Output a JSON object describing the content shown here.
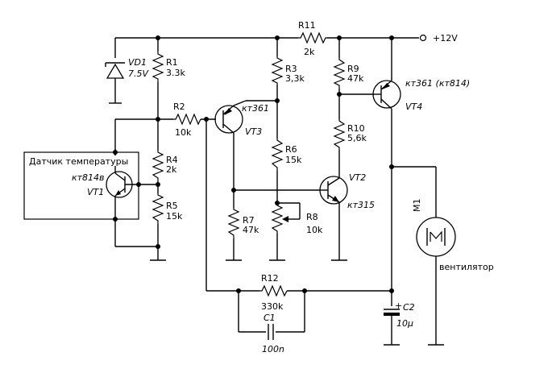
{
  "supply": {
    "label": "+12V"
  },
  "components": {
    "VD1": {
      "ref": "VD1",
      "value": "7.5V"
    },
    "R1": {
      "ref": "R1",
      "value": "3.3k"
    },
    "R2": {
      "ref": "R2",
      "value": "10k"
    },
    "R3": {
      "ref": "R3",
      "value": "3,3k"
    },
    "R4": {
      "ref": "R4",
      "value": "2k"
    },
    "R5": {
      "ref": "R5",
      "value": "15k"
    },
    "R6": {
      "ref": "R6",
      "value": "15k"
    },
    "R7": {
      "ref": "R7",
      "value": "47k"
    },
    "R8": {
      "ref": "R8",
      "value": "10k"
    },
    "R9": {
      "ref": "R9",
      "value": "47k"
    },
    "R10": {
      "ref": "R10",
      "value": "5,6k"
    },
    "R11": {
      "ref": "R11",
      "value": "2k"
    },
    "R12": {
      "ref": "R12",
      "value": "330k"
    },
    "C1": {
      "ref": "C1",
      "value": "100n"
    },
    "C2": {
      "ref": "C2",
      "value": "10µ"
    },
    "VT1": {
      "ref": "VT1",
      "type": "кт814в"
    },
    "VT2": {
      "ref": "VT2",
      "type": "кт315"
    },
    "VT3": {
      "ref": "VT3",
      "type": "кт361"
    },
    "VT4": {
      "ref": "VT4",
      "type": "кт361 (кт814)"
    },
    "M1": {
      "ref": "M1",
      "name": "вентилятор"
    }
  },
  "sensor_box": {
    "label": "Датчик температуры"
  }
}
